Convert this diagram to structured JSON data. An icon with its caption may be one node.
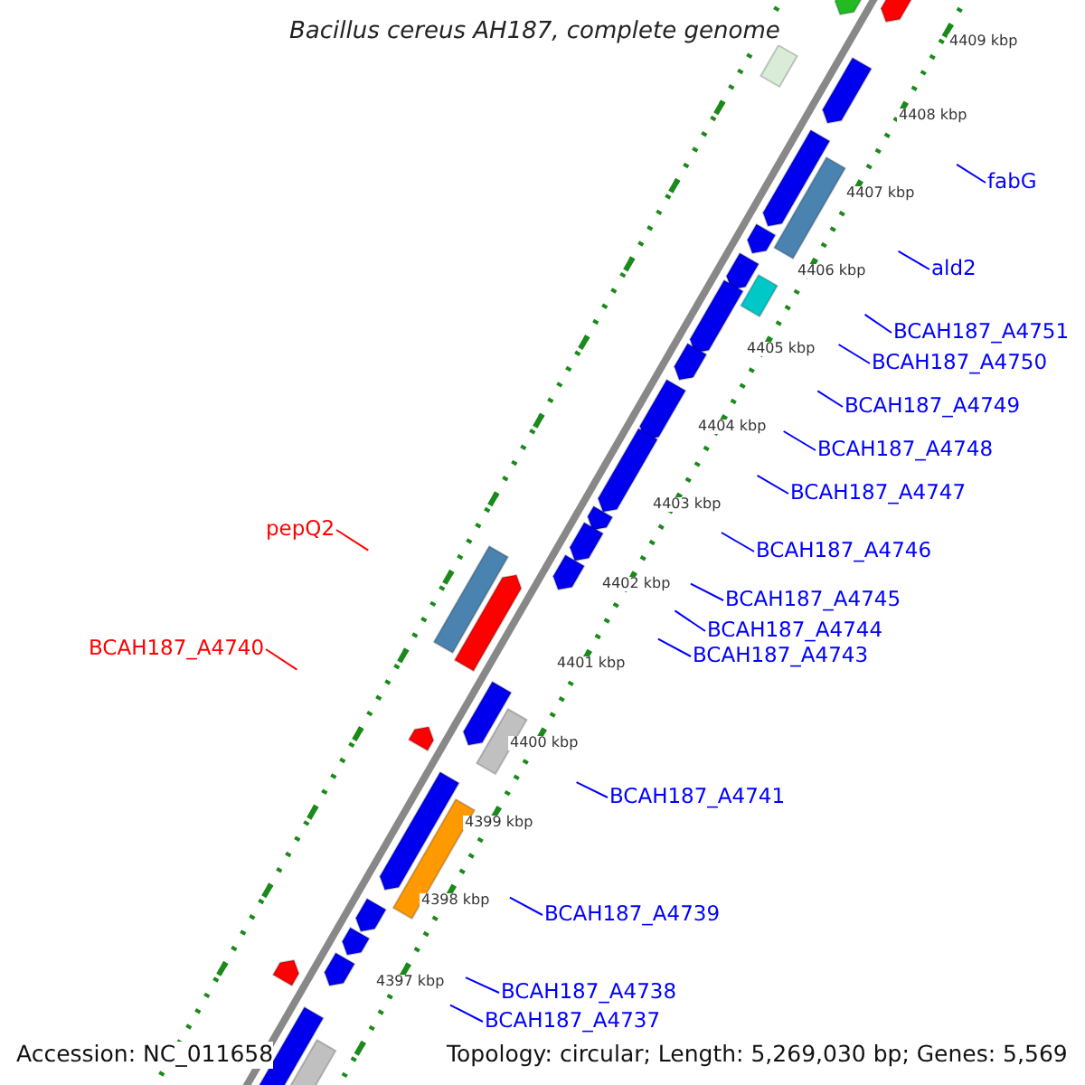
{
  "diagram": {
    "title": "Bacillus cereus AH187, complete genome",
    "nodes": [
      {
        "text": [
          "fabG"
        ]
      },
      {
        "text": [
          "ald2"
        ]
      },
      {
        "text": [
          "BCAH187_A4751"
        ]
      },
      {
        "text": [
          "BCAH187_A4750"
        ]
      },
      {
        "text": [
          "BCAH187_A4749"
        ]
      },
      {
        "text": [
          "BCAH187_A4748"
        ]
      },
      {
        "text": [
          "BCAH187_A4747"
        ]
      },
      {
        "text": [
          "pepQ2"
        ]
      },
      {
        "text": [
          "BCAH187_A4746"
        ]
      },
      {
        "text": [
          "BCAH187_A4745"
        ]
      },
      {
        "text": [
          "BCAH187_A4744"
        ]
      },
      {
        "text": [
          "BCAH187_A4740"
        ]
      },
      {
        "text": [
          "BCAH187_A4743"
        ]
      },
      {
        "text": [
          "BCAH187_A4741"
        ]
      },
      {
        "text": [
          "BCAH187_A4739"
        ]
      },
      {
        "text": [
          "BCAH187_A4738"
        ]
      },
      {
        "text": [
          "BCAH187_A4737"
        ]
      }
    ],
    "edges": [
      {
        "from": 0,
        "to": null,
        "arrow": "none"
      },
      {
        "from": 1,
        "to": null,
        "arrow": "none"
      },
      {
        "from": 2,
        "to": null,
        "arrow": "none"
      },
      {
        "from": 3,
        "to": null,
        "arrow": "none"
      },
      {
        "from": 4,
        "to": null,
        "arrow": "none"
      },
      {
        "from": 5,
        "to": null,
        "arrow": "none"
      },
      {
        "from": 6,
        "to": null,
        "arrow": "none"
      },
      {
        "from": 7,
        "to": null,
        "arrow": "none",
        "color": "#ff0000"
      },
      {
        "from": 8,
        "to": null,
        "arrow": "none"
      },
      {
        "from": 9,
        "to": null,
        "arrow": "none"
      },
      {
        "from": 10,
        "to": null,
        "arrow": "none"
      },
      {
        "from": 11,
        "to": null,
        "arrow": "none",
        "color": "#ff0000"
      },
      {
        "from": 12,
        "to": null,
        "arrow": "none"
      },
      {
        "from": 13,
        "to": null,
        "arrow": "none"
      },
      {
        "from": 14,
        "to": null,
        "arrow": "none"
      },
      {
        "from": 15,
        "to": null,
        "arrow": "none"
      },
      {
        "from": 16,
        "to": null,
        "arrow": "none"
      }
    ],
    "labels": [
      "4409 kbp",
      "4408 kbp",
      "4407 kbp",
      "4406 kbp",
      "4405 kbp",
      "4404 kbp",
      "4403 kbp",
      "4402 kbp",
      "4401 kbp",
      "4400 kbp",
      "4399 kbp",
      "4398 kbp",
      "4397 kbp",
      "Accession: NC_011658",
      "Topology: circular; Length: 5,269,030 bp; Genes: 5,569"
    ]
  }
}
